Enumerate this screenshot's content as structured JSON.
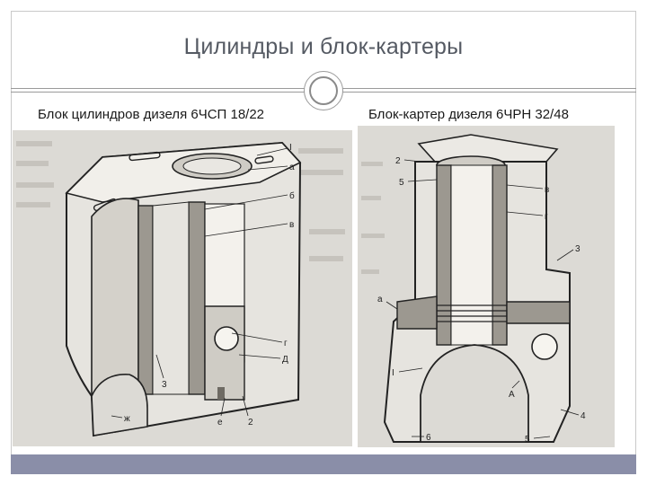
{
  "slide": {
    "title": "Цилиндры и блок-картеры"
  },
  "left_figure": {
    "caption": "Блок  цилиндров дизеля 6ЧСП 18/22",
    "labels": [
      "I",
      "а",
      "б",
      "в",
      "г",
      "Д",
      "2",
      "е",
      "3",
      "ж"
    ]
  },
  "right_figure": {
    "caption": "Блок-картер дизеля 6ЧРН 32/48",
    "labels": [
      "2",
      "5",
      "в",
      "г",
      "3",
      "а",
      "I",
      "А",
      "4",
      "6",
      "5"
    ]
  },
  "colors": {
    "background": "#ffffff",
    "title_text": "#555a63",
    "footer_bar": "#8a8ea8",
    "figure_paper": "#dcdad5"
  }
}
